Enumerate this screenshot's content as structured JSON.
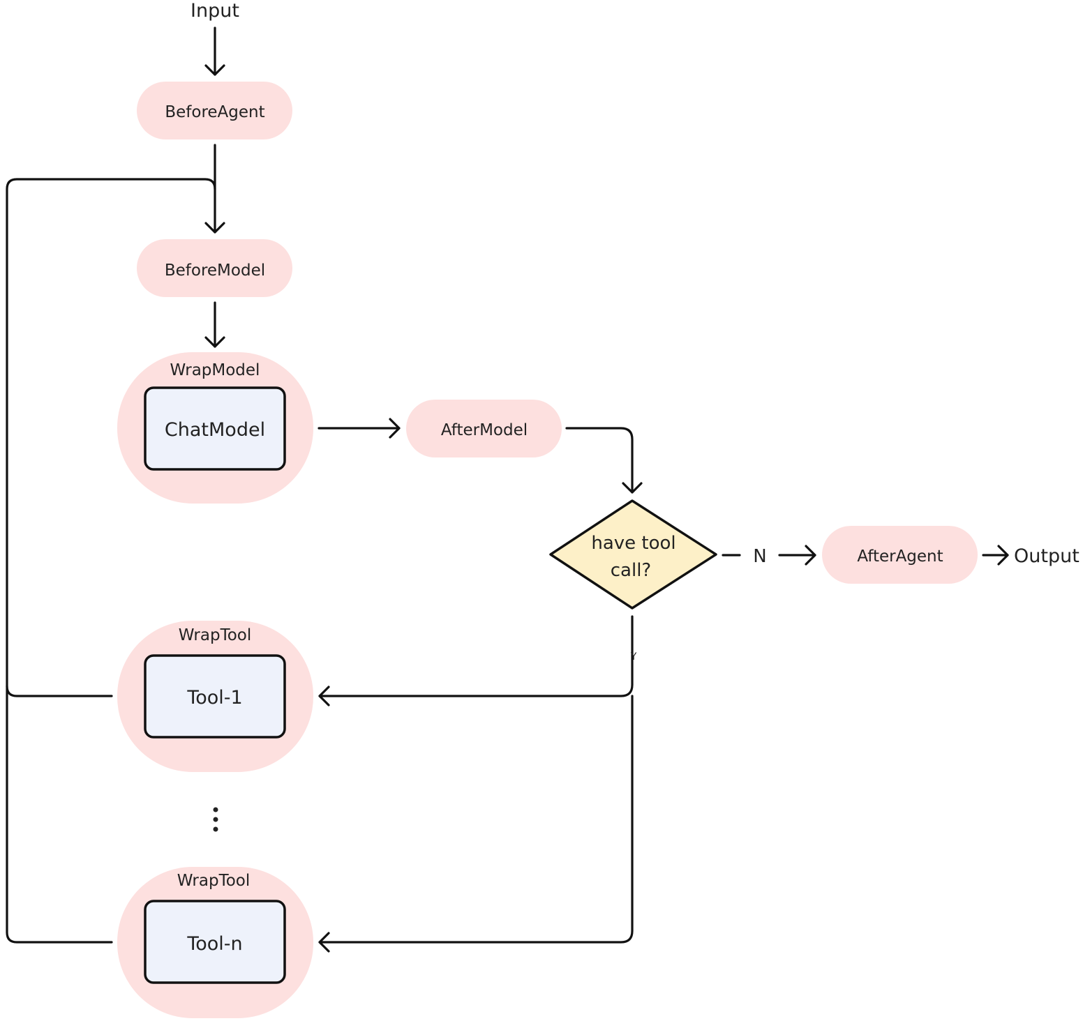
{
  "colors": {
    "stage_fill": "#fde0df",
    "component_fill": "#eef2fb",
    "decision_fill": "#fdf0c8",
    "line": "#111111",
    "text": "#222222"
  },
  "io": {
    "input": "Input",
    "output": "Output"
  },
  "stages": {
    "before_agent": "BeforeAgent",
    "before_model": "BeforeModel",
    "after_model": "AfterModel",
    "after_agent": "AfterAgent"
  },
  "wrap_model": {
    "label": "WrapModel",
    "inner": "ChatModel"
  },
  "wrap_tools": [
    {
      "label": "WrapTool",
      "inner": "Tool-1"
    },
    {
      "label": "WrapTool",
      "inner": "Tool-n"
    }
  ],
  "decision": {
    "line1": "have tool",
    "line2": "call?",
    "no_label": "N",
    "yes_label": "Y"
  },
  "icons": {
    "ellipsis": "vertical-ellipsis-icon"
  }
}
